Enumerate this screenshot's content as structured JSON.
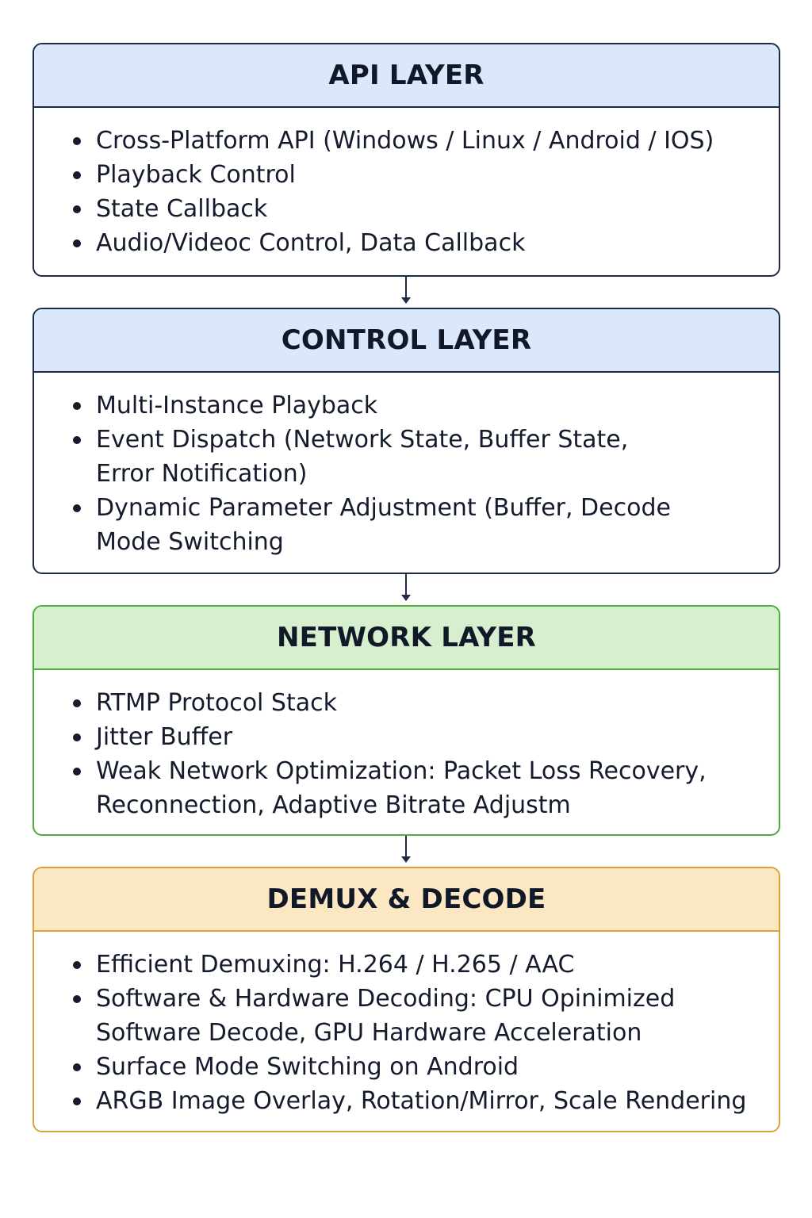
{
  "colors": {
    "line": "#1e2a4a",
    "blue_header": "#dbe8fb",
    "green_header": "#d5efcf",
    "green_border": "#4cab3c",
    "orange_header": "#fbe7c2",
    "orange_border": "#dca13a"
  },
  "layers": [
    {
      "title": "API LAYER",
      "items": [
        [
          "Cross-Platform API (Windows / Linux / Android / IOS)"
        ],
        [
          "Playback Control"
        ],
        [
          "State Callback"
        ],
        [
          "Audio/Videoc Control, Data Callback"
        ]
      ]
    },
    {
      "title": "CONTROL LAYER",
      "items": [
        [
          "Multi-Instance Playback"
        ],
        [
          "Event Dispatch (Network State, Buffer State,",
          "Error Notification)"
        ],
        [
          "Dynamic Parameter Adjustment (Buffer, Decode",
          "Mode Switching"
        ]
      ]
    },
    {
      "title": "NETWORK LAYER",
      "items": [
        [
          "RTMP Protocol Stack"
        ],
        [
          "Jitter Buffer"
        ],
        [
          "Weak Network Optimization: Packet Loss Recovery,",
          "Reconnection, Adaptive Bitrate Adjustm"
        ]
      ]
    },
    {
      "title": "DEMUX & DECODE",
      "items": [
        [
          "Efficient Demuxing: H.264 / H.265 / AAC"
        ],
        [
          "Software & Hardware Decoding: CPU Opinimized",
          "Software Decode, GPU Hardware Acceleration"
        ],
        [
          "Surface Mode Switching on Android"
        ],
        [
          "ARGB Image Overlay, Rotation/Mirror, Scale Rendering"
        ]
      ]
    }
  ]
}
